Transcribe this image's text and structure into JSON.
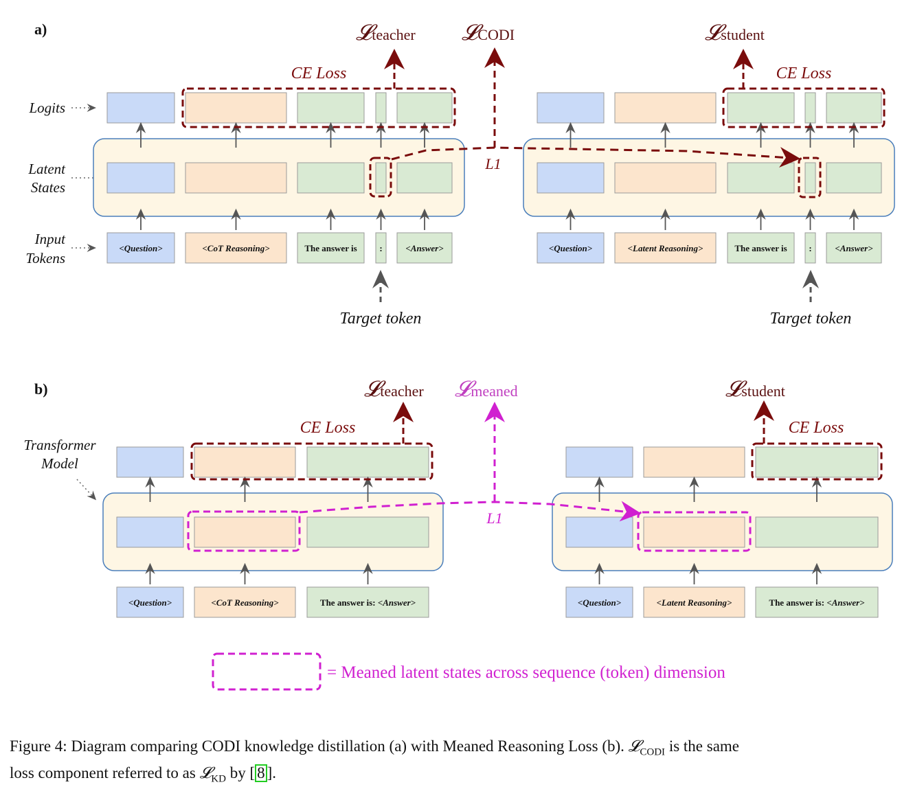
{
  "colors": {
    "question_fill": "#c9daf8",
    "reasoning_fill": "#fce5cd",
    "answer_fill": "#d9ead3",
    "model_fill": "#fef6e4",
    "model_stroke": "#4a7ebb",
    "codi_loss": "#7a0c0c",
    "meaned_loss": "#d020d0",
    "arrow": "#555555",
    "text": "#111111"
  },
  "panel_a": {
    "label": "a)",
    "row_labels": {
      "logits": "Logits",
      "latent_1": "Latent",
      "latent_2": "States",
      "input_1": "Input",
      "input_2": "Tokens"
    },
    "ce_loss_teacher": "CE Loss",
    "ce_loss_student": "CE Loss",
    "loss_teacher": {
      "main": "𝓛",
      "sub": "teacher"
    },
    "loss_codi": {
      "main": "𝓛",
      "sub": "CODI"
    },
    "loss_student": {
      "main": "𝓛",
      "sub": "student"
    },
    "l1_label": "L1",
    "target_token_teacher": "Target token",
    "target_token_student": "Target token",
    "teacher_tokens": [
      "<Question>",
      "<CoT Reasoning>",
      "The answer is",
      ":",
      "<Answer>"
    ],
    "student_tokens": [
      "<Question>",
      "<Latent Reasoning>",
      "The answer is",
      ":",
      "<Answer>"
    ]
  },
  "panel_b": {
    "label": "b)",
    "model_label_1": "Transformer",
    "model_label_2": "Model",
    "ce_loss_teacher": "CE Loss",
    "ce_loss_student": "CE Loss",
    "loss_teacher": {
      "main": "𝓛",
      "sub": "teacher"
    },
    "loss_meaned": {
      "main": "𝓛",
      "sub": "meaned"
    },
    "loss_student": {
      "main": "𝓛",
      "sub": "student"
    },
    "l1_label": "L1",
    "teacher_tokens": [
      {
        "plain": "",
        "italic": "<Question>"
      },
      {
        "plain": "",
        "italic": "<CoT Reasoning>"
      },
      {
        "plain": "The answer is: ",
        "italic": "<Answer>"
      }
    ],
    "student_tokens": [
      {
        "plain": "",
        "italic": "<Question>"
      },
      {
        "plain": "",
        "italic": "<Latent Reasoning>"
      },
      {
        "plain": "The answer is: ",
        "italic": "<Answer>"
      }
    ]
  },
  "legend": {
    "text": "= Meaned latent states across sequence (token) dimension"
  },
  "caption": {
    "line1_a": "Figure 4: Diagram comparing CODI knowledge distillation (a) with Meaned Reasoning Loss (b). ",
    "line1_sym": "𝓛",
    "line1_sub": "CODI",
    "line1_b": " is the same",
    "line2_a": "loss component referred to as ",
    "line2_sym": "𝓛",
    "line2_sub": "KD",
    "line2_b": " by [",
    "cite": "8",
    "line2_c": "]."
  }
}
